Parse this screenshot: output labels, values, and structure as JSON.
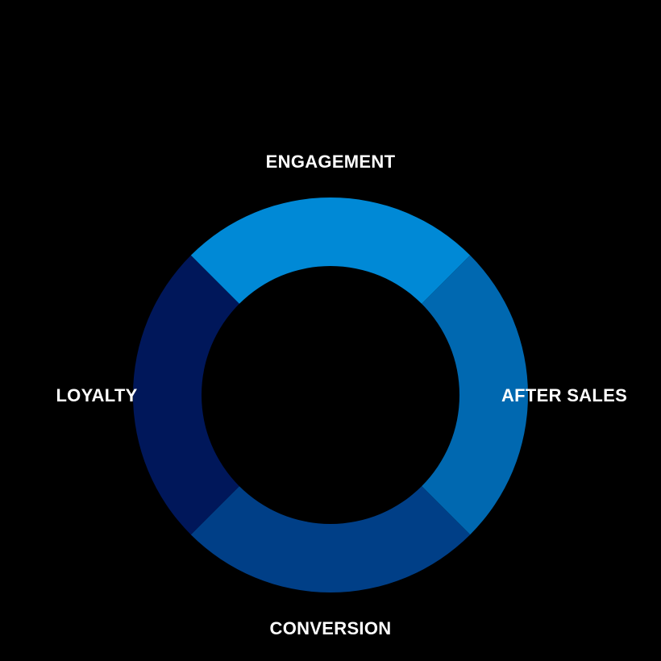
{
  "background": "#000000",
  "label_color": "#ffffff",
  "stages": [
    {
      "name": "ENGAGEMENT",
      "position": "top",
      "color": "#0089d6"
    },
    {
      "name": "AFTER SALES",
      "position": "right",
      "color": "#0068b0"
    },
    {
      "name": "CONVERSION",
      "position": "bottom",
      "color": "#003f87"
    },
    {
      "name": "LOYALTY",
      "position": "left",
      "color": "#00175a"
    }
  ]
}
